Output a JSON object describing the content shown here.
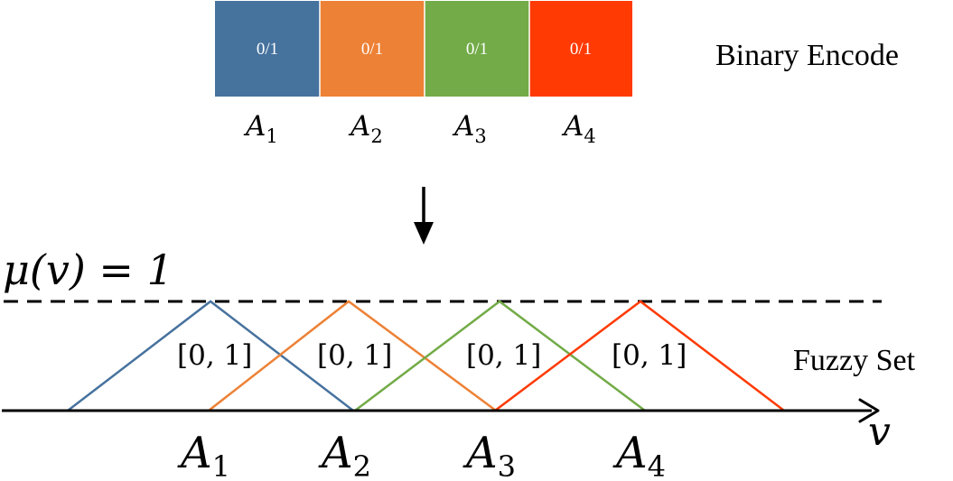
{
  "binary_encode": {
    "label": "Binary Encode",
    "cells": [
      {
        "value": "0/1",
        "color": "#46729e",
        "name": "A",
        "sub": "1"
      },
      {
        "value": "0/1",
        "color": "#ed8135",
        "name": "A",
        "sub": "2"
      },
      {
        "value": "0/1",
        "color": "#72ab47",
        "name": "A",
        "sub": "3"
      },
      {
        "value": "0/1",
        "color": "#ff3a03",
        "name": "A",
        "sub": "4"
      }
    ]
  },
  "fuzzy_set": {
    "label": "Fuzzy Set",
    "mu_label": "μ(v) = 1",
    "axis_label": "v",
    "interval_label": "[0, 1]",
    "sets": [
      {
        "name": "A",
        "sub": "1",
        "color": "#46729e"
      },
      {
        "name": "A",
        "sub": "2",
        "color": "#ed8135"
      },
      {
        "name": "A",
        "sub": "3",
        "color": "#72ab47"
      },
      {
        "name": "A",
        "sub": "4",
        "color": "#ff3a03"
      }
    ]
  }
}
